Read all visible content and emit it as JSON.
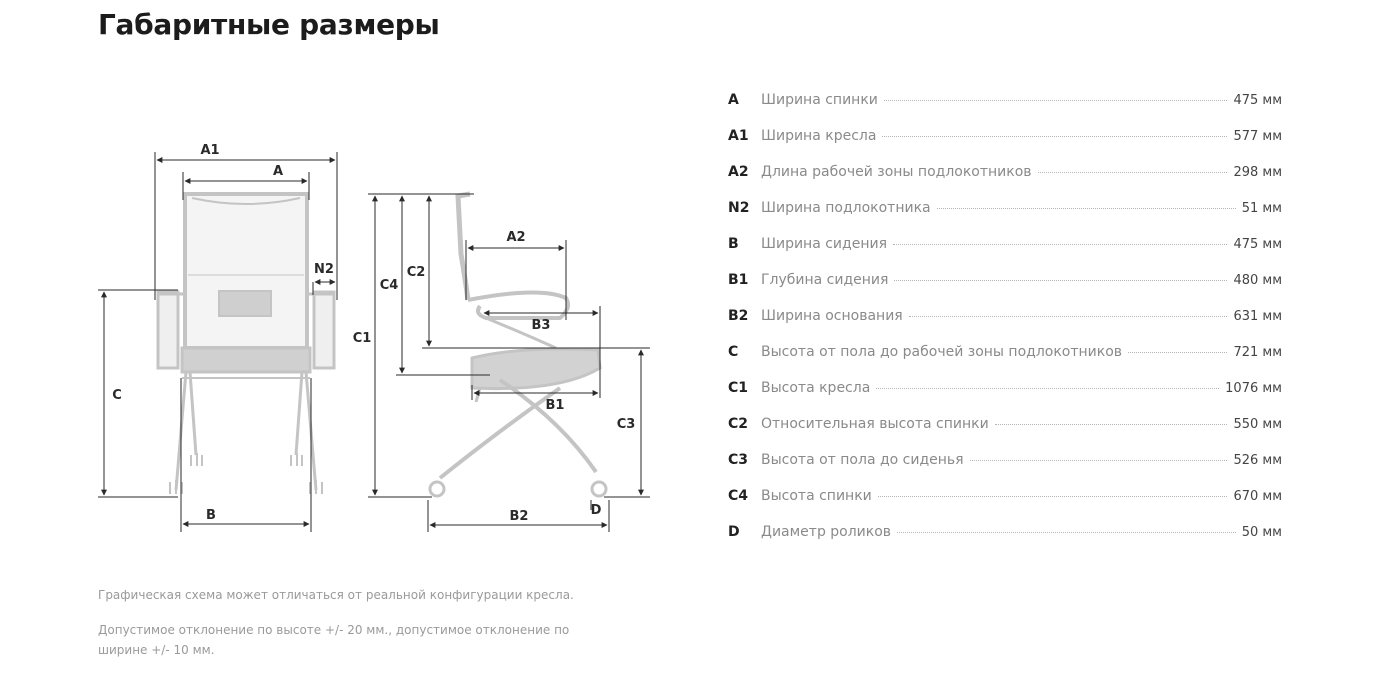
{
  "page": {
    "title": "Габаритные размеры"
  },
  "diagram": {
    "labels": {
      "a1": "A1",
      "a": "A",
      "n2": "N2",
      "c": "C",
      "b": "B",
      "a2": "A2",
      "c2": "C2",
      "c4": "C4",
      "c1": "C1",
      "b3": "B3",
      "b1": "B1",
      "c3": "C3",
      "b2": "B2",
      "d": "D"
    },
    "colors": {
      "chair": "#c4c4c4",
      "lines": "#2a2a2a"
    }
  },
  "specs": [
    {
      "code": "A",
      "label": "Ширина спинки",
      "value": "475 мм"
    },
    {
      "code": "A1",
      "label": "Ширина кресла",
      "value": "577 мм"
    },
    {
      "code": "A2",
      "label": "Длина рабочей зоны подлокотников",
      "value": "298 мм"
    },
    {
      "code": "N2",
      "label": "Ширина подлокотника",
      "value": "51 мм"
    },
    {
      "code": "B",
      "label": "Ширина сидения",
      "value": "475 мм"
    },
    {
      "code": "B1",
      "label": "Глубина сидения",
      "value": "480 мм"
    },
    {
      "code": "B2",
      "label": "Ширина основания",
      "value": "631 мм"
    },
    {
      "code": "C",
      "label": "Высота от пола до рабочей зоны подлокотников",
      "value": "721 мм"
    },
    {
      "code": "C1",
      "label": "Высота кресла",
      "value": "1076 мм"
    },
    {
      "code": "C2",
      "label": "Относительная высота спинки",
      "value": "550 мм"
    },
    {
      "code": "C3",
      "label": "Высота от пола до сиденья",
      "value": "526 мм"
    },
    {
      "code": "C4",
      "label": "Высота спинки",
      "value": "670 мм"
    },
    {
      "code": "D",
      "label": "Диаметр роликов",
      "value": "50 мм"
    }
  ],
  "notes": {
    "disclaimer": "Графическая схема может отличаться от реальной конфигурации кресла.",
    "tolerance": "Допустимое отклонение по высоте +/- 20 мм., допустимое отклонение по ширине +/- 10 мм."
  }
}
